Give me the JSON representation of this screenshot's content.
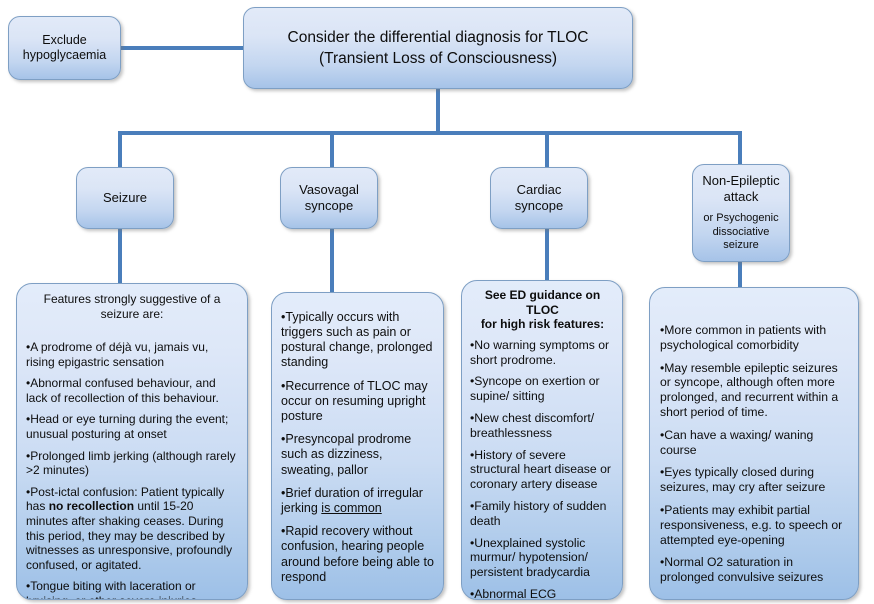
{
  "title": "Consider the differential diagnosis for TLOC (Transient Loss of Consciousness)",
  "colors": {
    "connector": "#4a7ebb",
    "box_border": "#7e9fc4",
    "box_fill_top": "#e2eaf8",
    "box_fill_bottom": "#a6c3e8",
    "text": "#0d0d0d",
    "background": "#ffffff"
  },
  "nodes": {
    "exclude": {
      "line1": "Exclude",
      "line2": "hypoglycaemia"
    },
    "root": {
      "line1": "Consider the differential diagnosis for TLOC",
      "line2": "(Transient Loss of Consciousness)"
    },
    "seizure": {
      "label": "Seizure"
    },
    "vasovagal": {
      "line1": "Vasovagal",
      "line2": "syncope"
    },
    "cardiac": {
      "line1": "Cardiac",
      "line2": "syncope"
    },
    "non_epileptic": {
      "line1": "Non-Epileptic",
      "line2": "attack",
      "sub1": "or Psychogenic",
      "sub2": "dissociative",
      "sub3": "seizure"
    }
  },
  "details": {
    "seizure": {
      "heading_line1": "Features strongly suggestive of a",
      "heading_line2": "seizure are:",
      "bullets": [
        "A prodrome of déjà vu, jamais vu, rising epigastric sensation",
        "Abnormal confused behaviour, and lack of recollection of this behaviour.",
        "Head or eye turning during the event; unusual posturing at onset",
        "Prolonged limb jerking (although rarely >2 minutes)",
        "Post-ictal confusion: Patient typically has no recollection until 15-20 minutes after shaking ceases. During this period, they may be described by witnesses as unresponsive, profoundly confused, or agitated.",
        "Tongue biting with laceration or bruising, or other severe injuries"
      ],
      "bold_phrase": "no recollection"
    },
    "vasovagal": {
      "bullets": [
        "Typically occurs with triggers such as pain or postural change, prolonged standing",
        "Recurrence of TLOC may occur on resuming  upright posture",
        "Presyncopal prodrome such as dizziness, sweating, pallor",
        "Brief duration of irregular jerking is common",
        "Rapid recovery without confusion, hearing people around before being able to respond"
      ],
      "underlined_phrase": "is common"
    },
    "cardiac": {
      "heading_line1": "See ED guidance on TLOC",
      "heading_line2": "for high risk features:",
      "bullets": [
        "No warning symptoms or short prodrome.",
        "Syncope on exertion or supine/ sitting",
        "New chest discomfort/ breathlessness",
        "History of severe structural heart disease or coronary artery disease",
        "Family history of sudden death",
        "Unexplained systolic murmur/ hypotension/ persistent bradycardia",
        "Abnormal ECG"
      ]
    },
    "non_epileptic": {
      "bullets": [
        "More common in patients with psychological comorbidity",
        "May resemble epileptic seizures or syncope, although often more prolonged, and recurrent within a short period of time.",
        "Can have a waxing/ waning course",
        "Eyes typically closed during seizures, may cry after seizure",
        "Patients may exhibit partial responsiveness, e.g. to speech or attempted eye-opening",
        "Normal O2 saturation in prolonged convulsive seizures"
      ]
    }
  }
}
